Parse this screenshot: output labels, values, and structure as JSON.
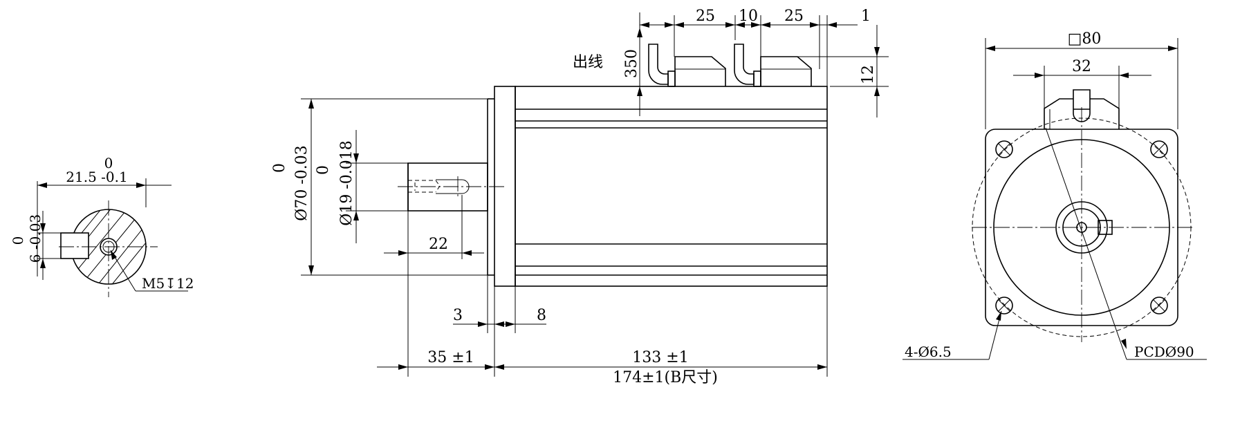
{
  "shaft_section": {
    "key_zero": "0",
    "key_depth": "21.5 -0.1",
    "key_width_zero": "0",
    "key_width": "6 -0.03",
    "thread": "M5",
    "thread_depth_symbol": "↧",
    "thread_depth": "12"
  },
  "side_view": {
    "lead_label": "出线",
    "lead_length": "350",
    "dim_25a": "25",
    "dim_10": "10",
    "dim_25b": "25",
    "dim_1": "1",
    "dim_12": "12",
    "flange_zero": "0",
    "flange_dia": "Ø70 -0.03",
    "shaft_zero": "0",
    "shaft_dia": "Ø19 -0.018",
    "key_len": "22",
    "dim_3": "3",
    "dim_8": "8",
    "shaft_len": "35 ±1",
    "body_len": "133 ±1",
    "total_len": "174±1(B尺寸)"
  },
  "front_view": {
    "square": "□80",
    "connector": "32",
    "holes": "4-Ø6.5",
    "pcd": "PCDØ90"
  }
}
